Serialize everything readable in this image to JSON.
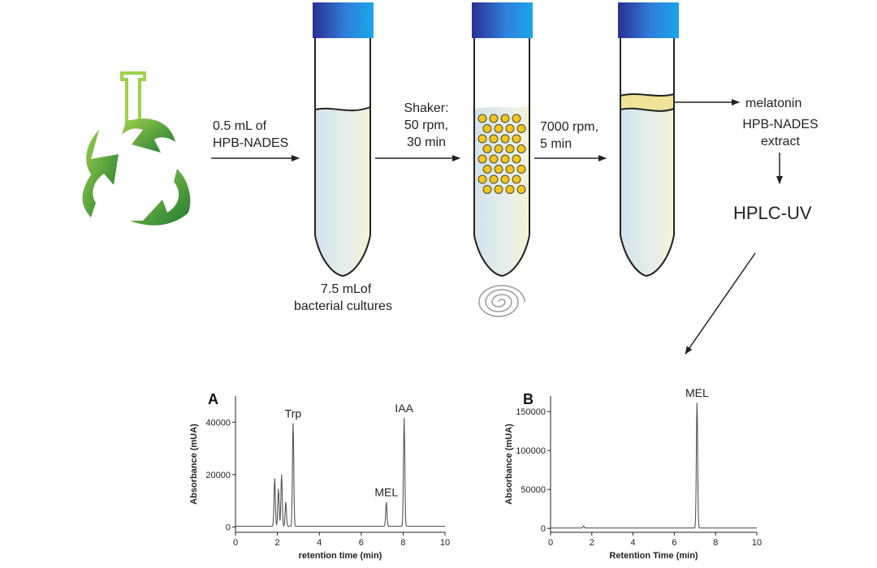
{
  "workflow": {
    "step1": [
      "0.5 mL of",
      "HPB-NADES"
    ],
    "tube1_caption": [
      "7.5 mLof",
      "bacterial cultures"
    ],
    "step2": [
      "Shaker:",
      "50 rpm,",
      "30 min"
    ],
    "step3": [
      "7000 rpm,",
      "5 min"
    ],
    "extract": [
      "melatonin",
      "HPB-NADES",
      "extract"
    ],
    "analysis": "HPLC-UV",
    "icons": [
      "recycle-flask-icon",
      "test-tube-icon",
      "shaker-spiral-icon"
    ],
    "colors": {
      "cap": "#1a4fb8",
      "liquid": "#dfe9ee",
      "layer": "#efe39a",
      "bead": "#f2c51f",
      "leaf": "#4caf3a"
    }
  },
  "chart_data": [
    {
      "type": "line",
      "panel": "A",
      "xlabel": "retention time (min)",
      "ylabel": "Absorbance (mUA)",
      "xlim": [
        0,
        10
      ],
      "ylim": [
        -2000,
        50000
      ],
      "xticks": [
        "0",
        "2",
        "4",
        "6",
        "8",
        "10"
      ],
      "yticks": [
        "0",
        "20000",
        "40000"
      ],
      "peaks": [
        {
          "x": 1.87,
          "y": 18000
        },
        {
          "x": 2.05,
          "y": 14000
        },
        {
          "x": 2.2,
          "y": 19500
        },
        {
          "x": 2.4,
          "y": 9000
        },
        {
          "x": 2.75,
          "y": 39000,
          "label": "Trp"
        },
        {
          "x": 7.2,
          "y": 9000,
          "label": "MEL"
        },
        {
          "x": 8.05,
          "y": 41000,
          "label": "IAA"
        }
      ],
      "baseline": 300
    },
    {
      "type": "line",
      "panel": "B",
      "xlabel": "Retention Time (min)",
      "ylabel": "Absorbance (mUA)",
      "xlim": [
        0,
        10
      ],
      "ylim": [
        -5000,
        170000
      ],
      "xticks": [
        "0",
        "2",
        "4",
        "6",
        "8",
        "10"
      ],
      "yticks": [
        "0",
        "50000",
        "100000",
        "150000"
      ],
      "peaks": [
        {
          "x": 1.6,
          "y": 2500
        },
        {
          "x": 7.1,
          "y": 160000,
          "label": "MEL"
        }
      ],
      "baseline": 500
    }
  ]
}
